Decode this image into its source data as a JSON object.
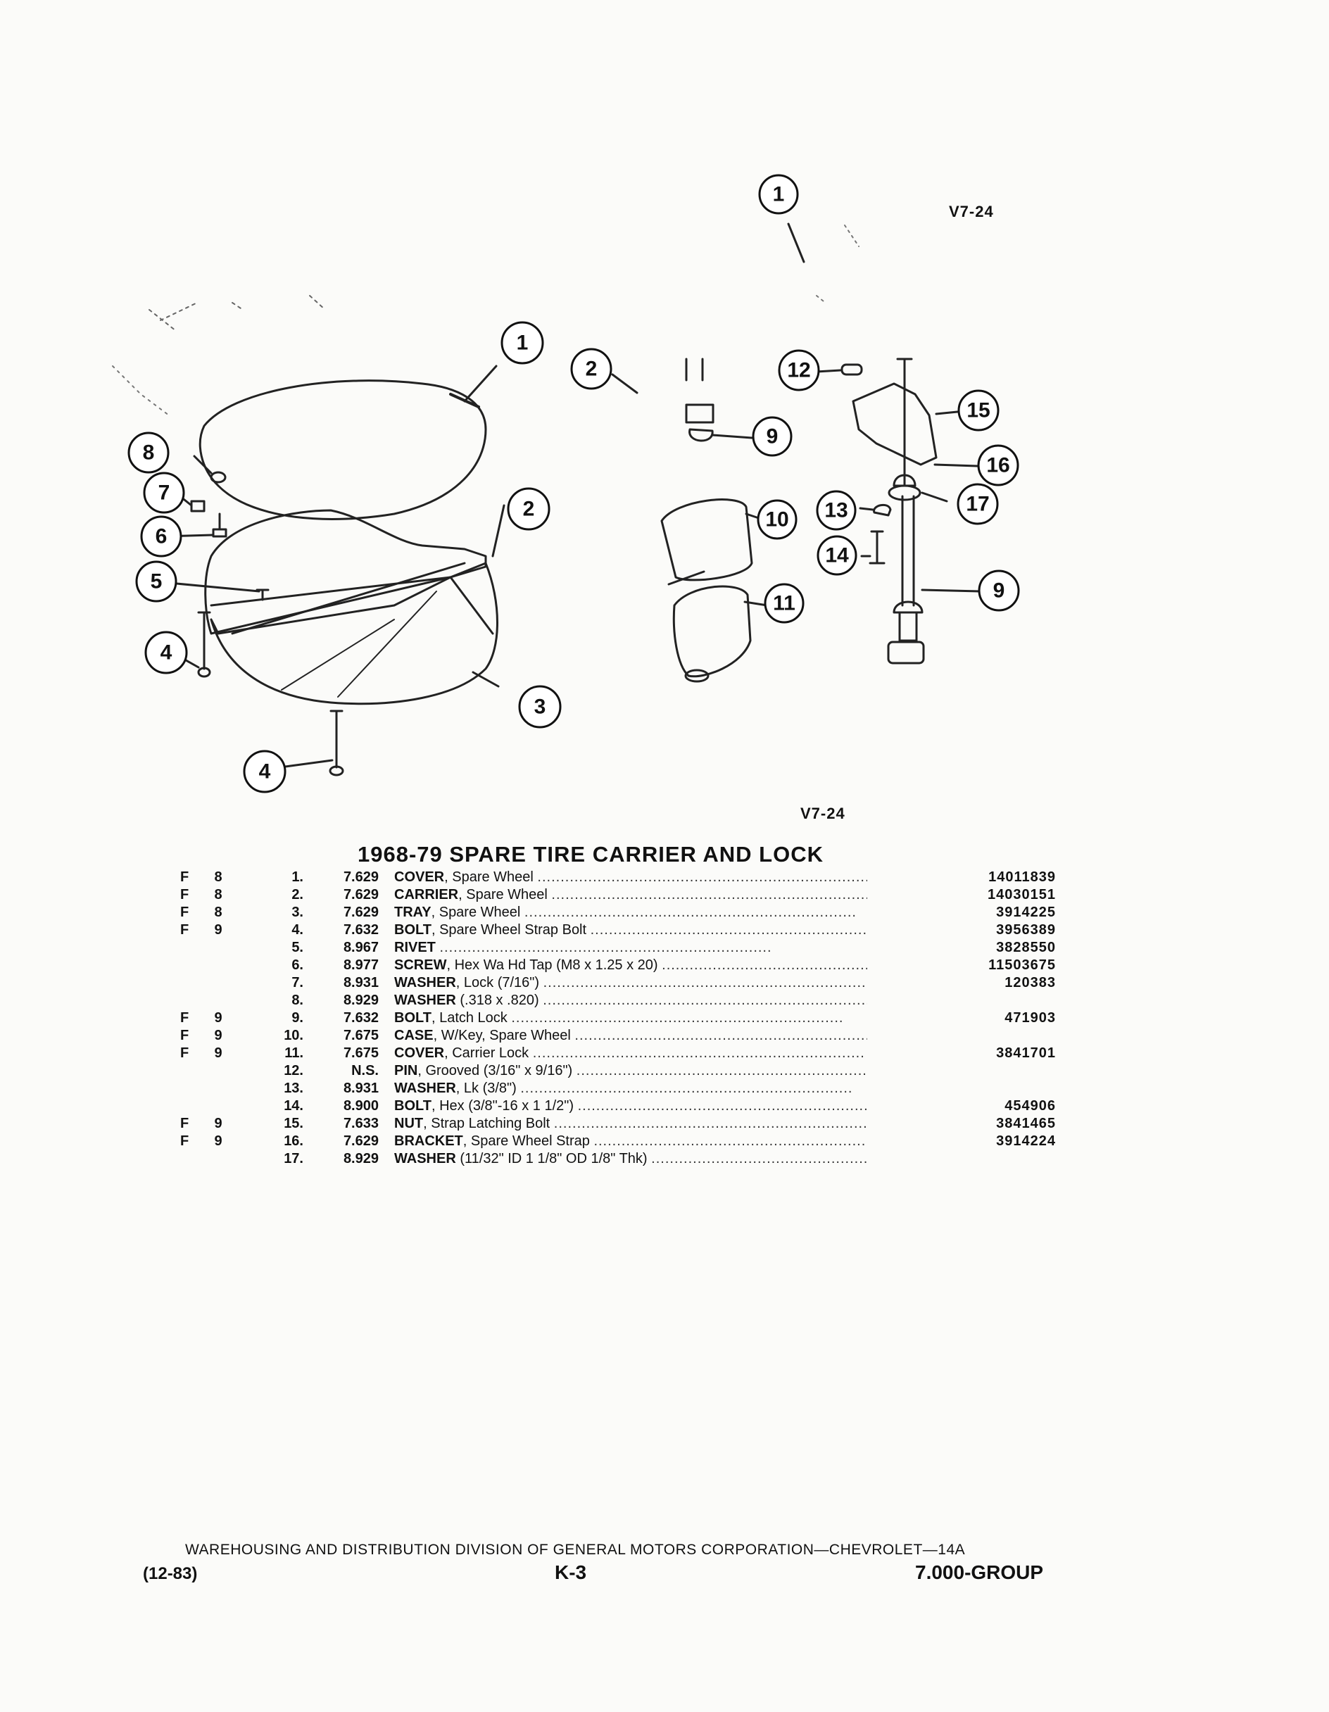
{
  "figure": {
    "id_top": "V7-24",
    "id_bottom": "V7-24",
    "callouts": [
      "1",
      "1",
      "2",
      "2",
      "3",
      "4",
      "4",
      "5",
      "6",
      "7",
      "8",
      "9",
      "9",
      "10",
      "11",
      "12",
      "13",
      "14",
      "15",
      "16",
      "17"
    ]
  },
  "section_title": "1968-79 SPARE TIRE CARRIER AND LOCK",
  "parts": [
    {
      "f": "F",
      "g": "8",
      "num": "1.",
      "code": "7.629",
      "name": "COVER",
      "detail": ", Spare Wheel",
      "part": "14011839"
    },
    {
      "f": "F",
      "g": "8",
      "num": "2.",
      "code": "7.629",
      "name": "CARRIER",
      "detail": ", Spare Wheel",
      "part": "14030151"
    },
    {
      "f": "F",
      "g": "8",
      "num": "3.",
      "code": "7.629",
      "name": "TRAY",
      "detail": ", Spare Wheel",
      "part": "3914225"
    },
    {
      "f": "F",
      "g": "9",
      "num": "4.",
      "code": "7.632",
      "name": "BOLT",
      "detail": ", Spare Wheel Strap Bolt",
      "part": "3956389"
    },
    {
      "f": "",
      "g": "",
      "num": "5.",
      "code": "8.967",
      "name": "RIVET",
      "detail": "",
      "part": "3828550"
    },
    {
      "f": "",
      "g": "",
      "num": "6.",
      "code": "8.977",
      "name": "SCREW",
      "detail": ", Hex Wa Hd Tap (M8 x 1.25 x 20)",
      "part": "11503675"
    },
    {
      "f": "",
      "g": "",
      "num": "7.",
      "code": "8.931",
      "name": "WASHER",
      "detail": ", Lock (7/16\")",
      "part": "120383"
    },
    {
      "f": "",
      "g": "",
      "num": "8.",
      "code": "8.929",
      "name": "WASHER",
      "detail": " (.318 x .820)",
      "part": ""
    },
    {
      "f": "F",
      "g": "9",
      "num": "9.",
      "code": "7.632",
      "name": "BOLT",
      "detail": ", Latch Lock",
      "part": "471903"
    },
    {
      "f": "F",
      "g": "9",
      "num": "10.",
      "code": "7.675",
      "name": "CASE",
      "detail": ", W/Key, Spare Wheel",
      "part": ""
    },
    {
      "f": "F",
      "g": "9",
      "num": "11.",
      "code": "7.675",
      "name": "COVER",
      "detail": ", Carrier Lock",
      "part": "3841701"
    },
    {
      "f": "",
      "g": "",
      "num": "12.",
      "code": "N.S.",
      "name": "PIN",
      "detail": ", Grooved (3/16\" x 9/16\")",
      "part": ""
    },
    {
      "f": "",
      "g": "",
      "num": "13.",
      "code": "8.931",
      "name": "WASHER",
      "detail": ", Lk (3/8\")",
      "part": ""
    },
    {
      "f": "",
      "g": "",
      "num": "14.",
      "code": "8.900",
      "name": "BOLT",
      "detail": ", Hex (3/8\"-16 x 1 1/2\")",
      "part": "454906"
    },
    {
      "f": "F",
      "g": "9",
      "num": "15.",
      "code": "7.633",
      "name": "NUT",
      "detail": ", Strap Latching Bolt",
      "part": "3841465"
    },
    {
      "f": "F",
      "g": "9",
      "num": "16.",
      "code": "7.629",
      "name": "BRACKET",
      "detail": ", Spare Wheel Strap",
      "part": "3914224"
    },
    {
      "f": "",
      "g": "",
      "num": "17.",
      "code": "8.929",
      "name": "WASHER",
      "detail": " (11/32\" ID 1 1/8\" OD 1/8\" Thk)",
      "part": ""
    }
  ],
  "footer": {
    "division_line": "WAREHOUSING AND DISTRIBUTION DIVISION OF GENERAL MOTORS CORPORATION—CHEVROLET—14A",
    "date": "(12-83)",
    "page": "K-3",
    "group": "7.000-GROUP"
  }
}
